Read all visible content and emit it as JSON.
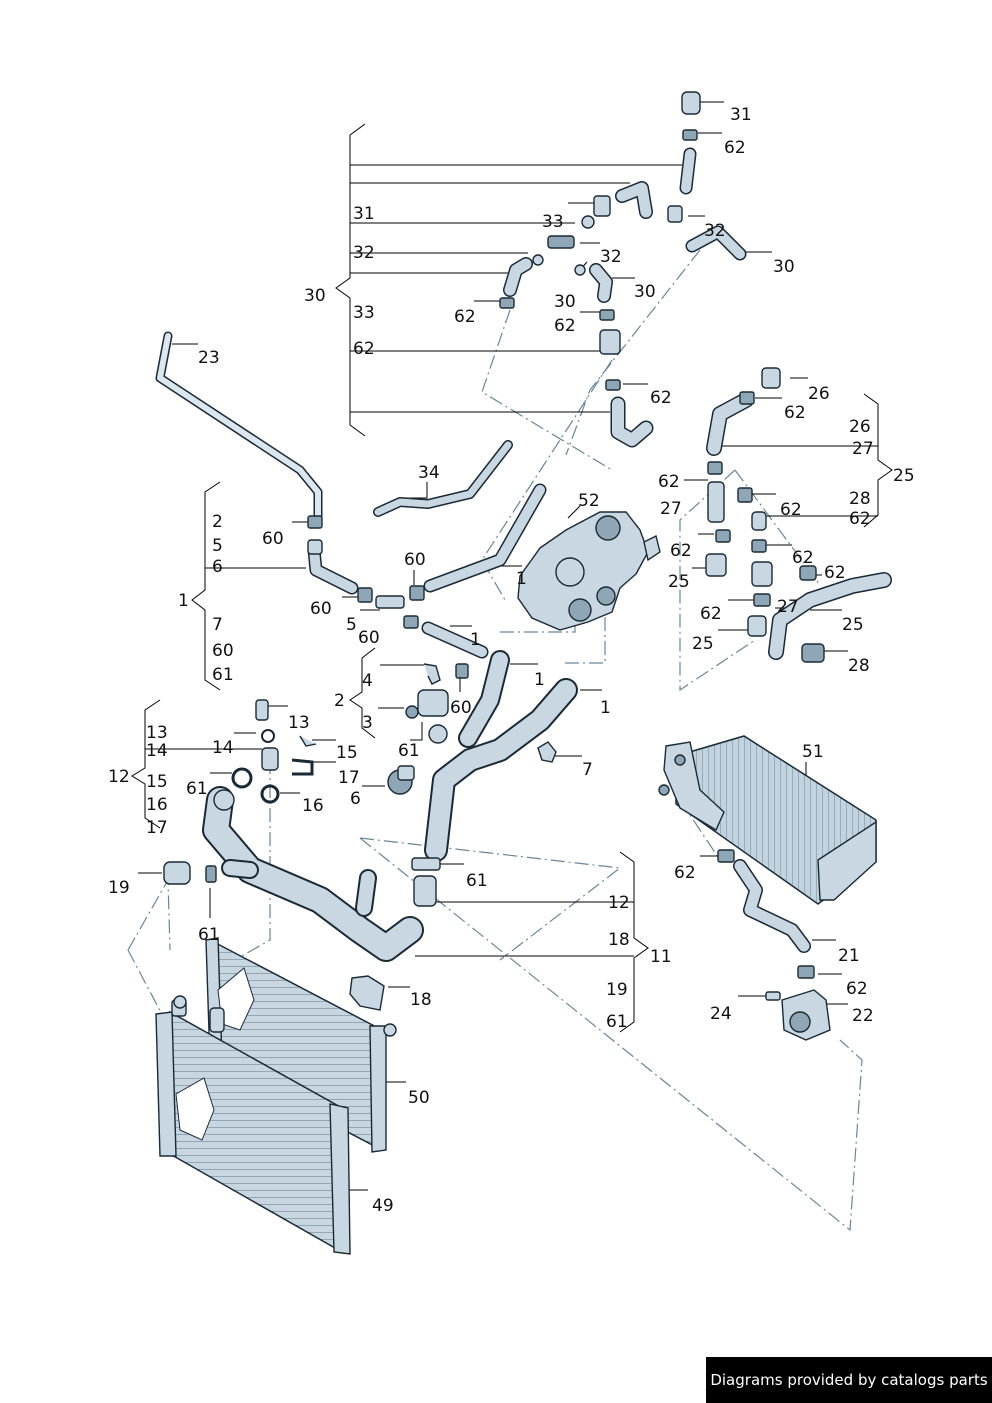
{
  "footer": {
    "credit": "Diagrams provided by catalogs parts"
  },
  "colors": {
    "hose_fill": "#c9d7e2",
    "outline": "#1a2a34",
    "dash_line": "#6a8797",
    "footer_bg": "#000000"
  },
  "callouts": {
    "c31a": "31",
    "c62a": "62",
    "c33a": "33",
    "c32a": "32",
    "c30a": "30",
    "c32b": "32",
    "c30b": "30",
    "c30c": "30",
    "c62b": "62",
    "c62c": "62",
    "c62d": "62",
    "c23": "23",
    "c34": "34",
    "c52": "52",
    "c26a": "26",
    "c62e": "62",
    "c62f": "62",
    "c27a": "27",
    "c62g": "62",
    "c62h": "62",
    "c25a": "25",
    "c62i": "62",
    "c62j": "62",
    "c27b": "27",
    "c62k": "62",
    "c25b": "25",
    "c25c": "25",
    "c28a": "28",
    "c60a": "60",
    "c60b": "60",
    "c60c": "60",
    "c5a": "5",
    "c60d": "60",
    "c1a": "1",
    "c1b": "1",
    "c1c": "1",
    "c1d": "1",
    "c4": "4",
    "c3": "3",
    "c60e": "60",
    "c61a": "61",
    "c7a": "7",
    "c6a": "6",
    "c17a": "17",
    "c13": "13",
    "c14": "14",
    "c15": "15",
    "c16": "16",
    "c61b": "61",
    "c19": "19",
    "c61c": "61",
    "c61d": "61",
    "c51": "51",
    "c62l": "62",
    "c21": "21",
    "c62m": "62",
    "c24": "24",
    "c22": "22",
    "c18": "18",
    "c50": "50",
    "c49": "49"
  },
  "groups": {
    "g30": {
      "label": "30",
      "items": [
        "31",
        "32",
        "33",
        "62"
      ]
    },
    "g25": {
      "label": "25",
      "items": [
        "26",
        "27",
        "28",
        "62"
      ]
    },
    "g1": {
      "label": "1",
      "items": [
        "2",
        "5",
        "6",
        "7",
        "60",
        "61"
      ]
    },
    "g2": {
      "label": "2",
      "items": [
        "4",
        "3"
      ]
    },
    "g12": {
      "label": "12",
      "items": [
        "13",
        "14",
        "15",
        "16",
        "17"
      ]
    },
    "g11": {
      "label": "11",
      "items": [
        "12",
        "18",
        "19",
        "61"
      ]
    }
  }
}
